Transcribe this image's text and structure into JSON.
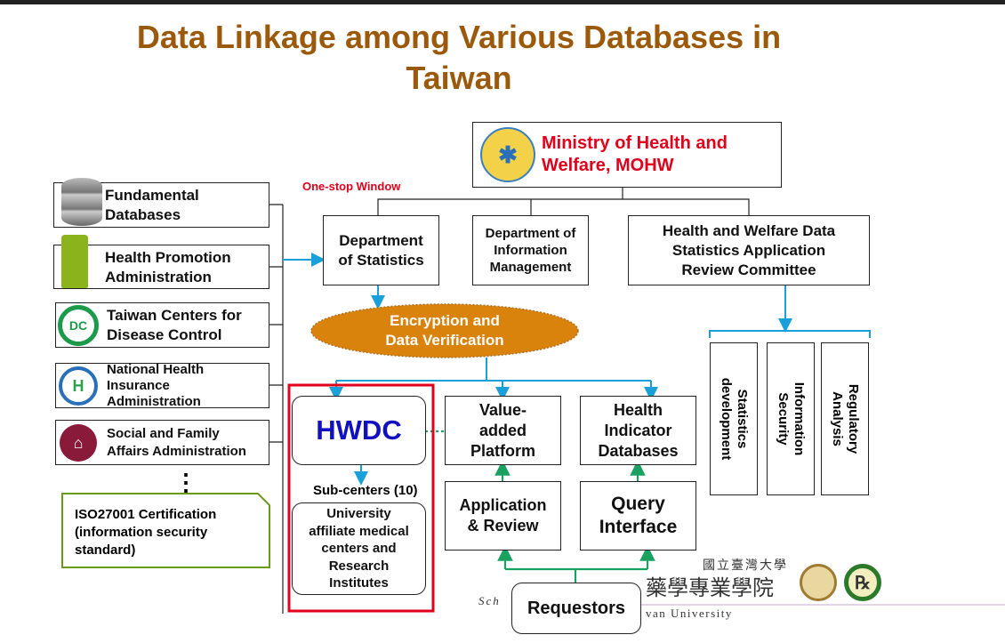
{
  "title": {
    "line1": "Data Linkage among Various Databases in",
    "line2": "Taiwan"
  },
  "mohw": {
    "line1": "Ministry of Health and",
    "line2": "Welfare, MOHW"
  },
  "one_stop": "One-stop Window",
  "departments": {
    "statistics": [
      "Department",
      "of Statistics"
    ],
    "info_mgmt": [
      "Department of",
      "Information",
      "Management"
    ],
    "committee": [
      "Health and Welfare Data",
      "Statistics Application",
      "Review Committee"
    ]
  },
  "sources": [
    {
      "line1": "Fundamental",
      "line2": "Databases"
    },
    {
      "line1": "Health Promotion",
      "line2": "Administration"
    },
    {
      "line1": "Taiwan Centers for",
      "line2": "Disease Control"
    },
    {
      "line1": "National Health",
      "line2": "Insurance",
      "line3": "Administration"
    },
    {
      "line1": "Social and Family",
      "line2": "Affairs Administration"
    }
  ],
  "ellipsis": "⋮",
  "iso": [
    "ISO27001 Certification",
    "(information security",
    "standard)"
  ],
  "encryption": [
    "Encryption and",
    "Data Verification"
  ],
  "hwdc": "HWDC",
  "subcenters": "Sub-centers (10)",
  "university": [
    "University",
    "affiliate medical",
    "centers and",
    "Research",
    "Institutes"
  ],
  "value_added": [
    "Value-",
    "added",
    "Platform"
  ],
  "health_indicator": [
    "Health",
    "Indicator",
    "Databases"
  ],
  "application": [
    "Application",
    "& Review"
  ],
  "query": [
    "Query",
    "Interface"
  ],
  "requestors": "Requestors",
  "committee_outputs": [
    [
      "Statistics",
      "development"
    ],
    [
      "Information",
      "Security"
    ],
    [
      "Regulatory",
      "Analysis"
    ]
  ],
  "footer": {
    "cn_small": "國立臺灣大學",
    "cn_large": "藥學專業學院",
    "en_left": "Sch",
    "en_right": "van University"
  },
  "colors": {
    "title": "#9b5a0b",
    "red": "#e0001b",
    "blue_arrow": "#1aa0d8",
    "green_arrow": "#1aa060",
    "ellipse": "#d9830c",
    "hwdc": "#1010c0"
  }
}
